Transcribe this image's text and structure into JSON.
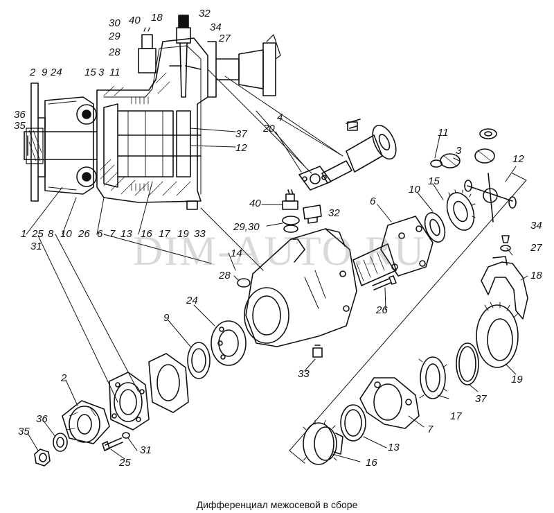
{
  "caption": "Дифференциал межосевой в сборе",
  "watermark": "DIM-AUTO.RU",
  "callouts": {
    "assembly_top": [
      "30",
      "40",
      "18",
      "32",
      "34",
      "29",
      "27",
      "28"
    ],
    "assembly_left": [
      "2",
      "9",
      "24",
      "15",
      "3",
      "11",
      "36",
      "35"
    ],
    "assembly_right": [
      "37",
      "12",
      "4",
      "20"
    ],
    "assembly_bottom": [
      "1",
      "25",
      "8",
      "10",
      "26",
      "6",
      "7",
      "13",
      "16",
      "17",
      "19",
      "33",
      "31",
      "14"
    ],
    "exploded": [
      "11",
      "3",
      "12",
      "10",
      "15",
      "40",
      "32",
      "6",
      "29,30",
      "34",
      "27",
      "28",
      "18",
      "26",
      "24",
      "9",
      "33",
      "19",
      "37",
      "17",
      "2",
      "36",
      "35",
      "25",
      "31",
      "13",
      "7",
      "16"
    ]
  }
}
